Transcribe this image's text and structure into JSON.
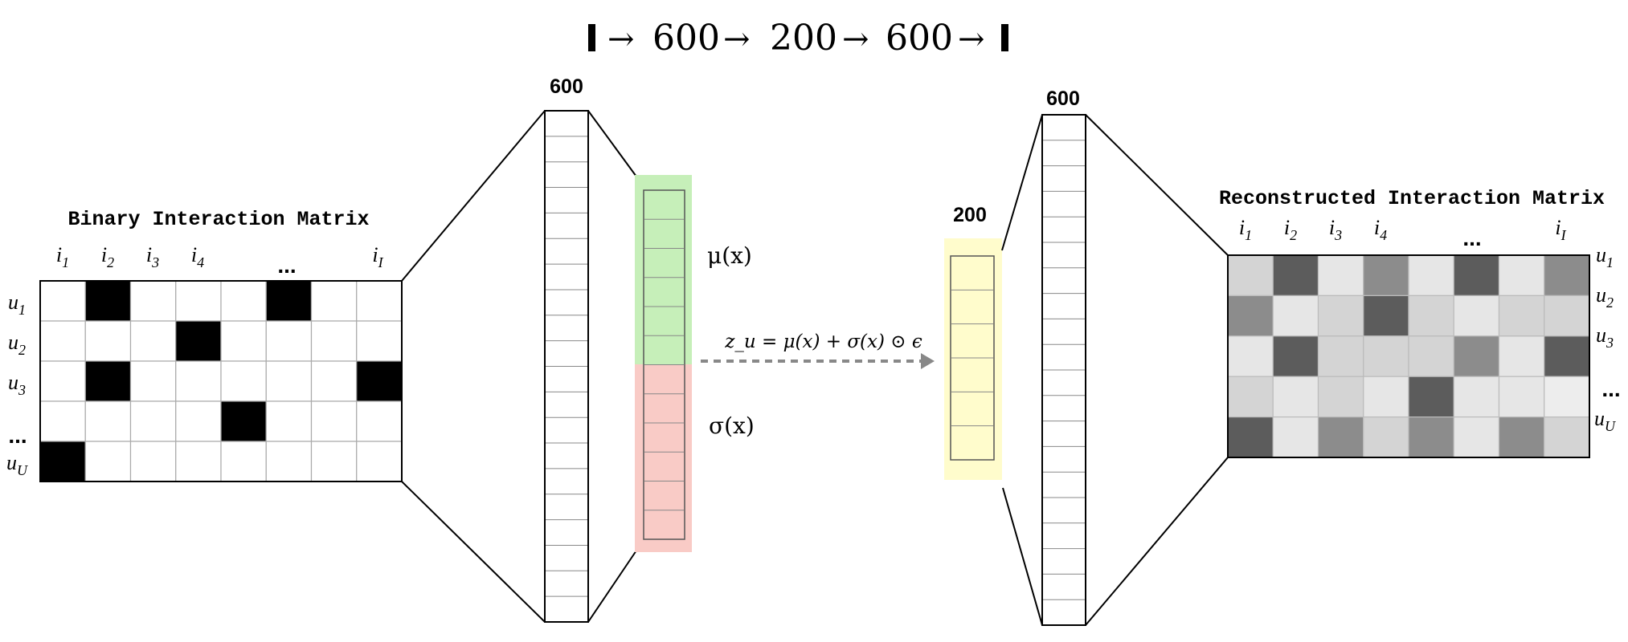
{
  "title": {
    "bar": "I",
    "arrow": "→",
    "sizes": [
      "600",
      "200",
      "600"
    ]
  },
  "input_matrix": {
    "title": "Binary Interaction Matrix",
    "item_labels": [
      "i1",
      "i2",
      "i3",
      "i4",
      "iI"
    ],
    "user_labels": [
      "u1",
      "u2",
      "u3",
      "uU"
    ],
    "ellipsis": "...",
    "cells": [
      [
        0,
        1,
        0,
        0,
        0,
        1,
        0,
        0
      ],
      [
        0,
        0,
        0,
        1,
        0,
        0,
        0,
        0
      ],
      [
        0,
        1,
        0,
        0,
        0,
        0,
        0,
        1
      ],
      [
        0,
        0,
        0,
        0,
        1,
        0,
        0,
        0
      ],
      [
        1,
        0,
        0,
        0,
        0,
        0,
        0,
        0
      ]
    ],
    "colors": {
      "on": "#000000",
      "off": "#ffffff",
      "grid": "#aaaaaa"
    }
  },
  "encoder": {
    "label": "600"
  },
  "latent_params": {
    "mu_label": "μ(x)",
    "sigma_label": "σ(x)",
    "mu_color": "#c6efb9",
    "sigma_color": "#f9cbc6"
  },
  "reparam": {
    "equation": "z_u = μ(x) + σ(x) ⊙ ϵ"
  },
  "latent": {
    "label": "200",
    "color": "#fffccc"
  },
  "decoder": {
    "label": "600"
  },
  "output_matrix": {
    "title": "Reconstructed Interaction Matrix",
    "item_labels": [
      "i1",
      "i2",
      "i3",
      "i4",
      "iI"
    ],
    "user_labels": [
      "u1",
      "u2",
      "u3",
      "uU"
    ],
    "ellipsis": "...",
    "cells": [
      [
        0.17,
        0.64,
        0.1,
        0.45,
        0.1,
        0.64,
        0.1,
        0.45
      ],
      [
        0.45,
        0.1,
        0.17,
        0.64,
        0.17,
        0.1,
        0.17,
        0.17
      ],
      [
        0.1,
        0.64,
        0.17,
        0.17,
        0.17,
        0.45,
        0.1,
        0.64
      ],
      [
        0.17,
        0.1,
        0.17,
        0.1,
        0.64,
        0.1,
        0.1,
        0.07
      ],
      [
        0.64,
        0.1,
        0.45,
        0.17,
        0.45,
        0.1,
        0.45,
        0.17
      ]
    ]
  }
}
